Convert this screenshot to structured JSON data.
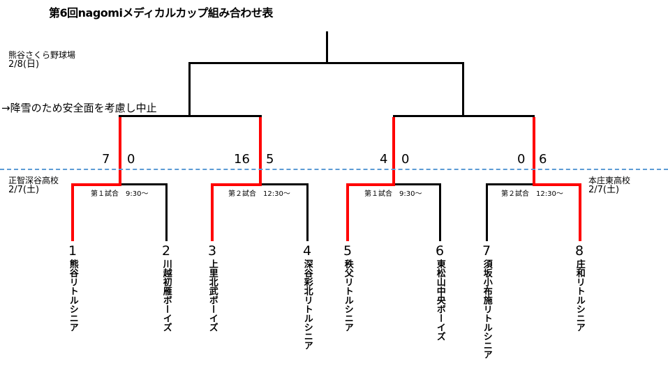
{
  "header": {
    "title": "第6回nagomiメディカルカップ組み合わせ表"
  },
  "venues": {
    "final": {
      "name": "熊谷さくら野球場",
      "date": "2/8(日)"
    },
    "left": {
      "name": "正智深谷高校",
      "date": "2/7(土)"
    },
    "right": {
      "name": "本庄東高校",
      "date": "2/7(土)"
    }
  },
  "notice": "→降雪のため安全面を考慮し中止",
  "matches": [
    {
      "label": "第１試合",
      "time": "9:30～",
      "score_left": "7",
      "score_right": "0"
    },
    {
      "label": "第２試合",
      "time": "12:30～",
      "score_left": "16",
      "score_right": "5"
    },
    {
      "label": "第１試合",
      "time": "9:30～",
      "score_left": "4",
      "score_right": "0"
    },
    {
      "label": "第２試合",
      "time": "12:30～",
      "score_left": "0",
      "score_right": "6"
    }
  ],
  "teams": [
    {
      "num": "1",
      "name": "熊谷リトルシニア"
    },
    {
      "num": "2",
      "name": "川越初雁ボーイズ"
    },
    {
      "num": "3",
      "name": "上里北武ボーイズ"
    },
    {
      "num": "4",
      "name": "深谷彩北リトルシニア"
    },
    {
      "num": "5",
      "name": "秩父リトルシニア"
    },
    {
      "num": "6",
      "name": "東松山中央ボーイズ"
    },
    {
      "num": "7",
      "name": "須坂小布施リトルシニア"
    },
    {
      "num": "8",
      "name": "庄和リトルシニア"
    }
  ],
  "colors": {
    "winner_line": "#ff0000",
    "bracket_line": "#000000",
    "divider": "#5b9bd5"
  }
}
